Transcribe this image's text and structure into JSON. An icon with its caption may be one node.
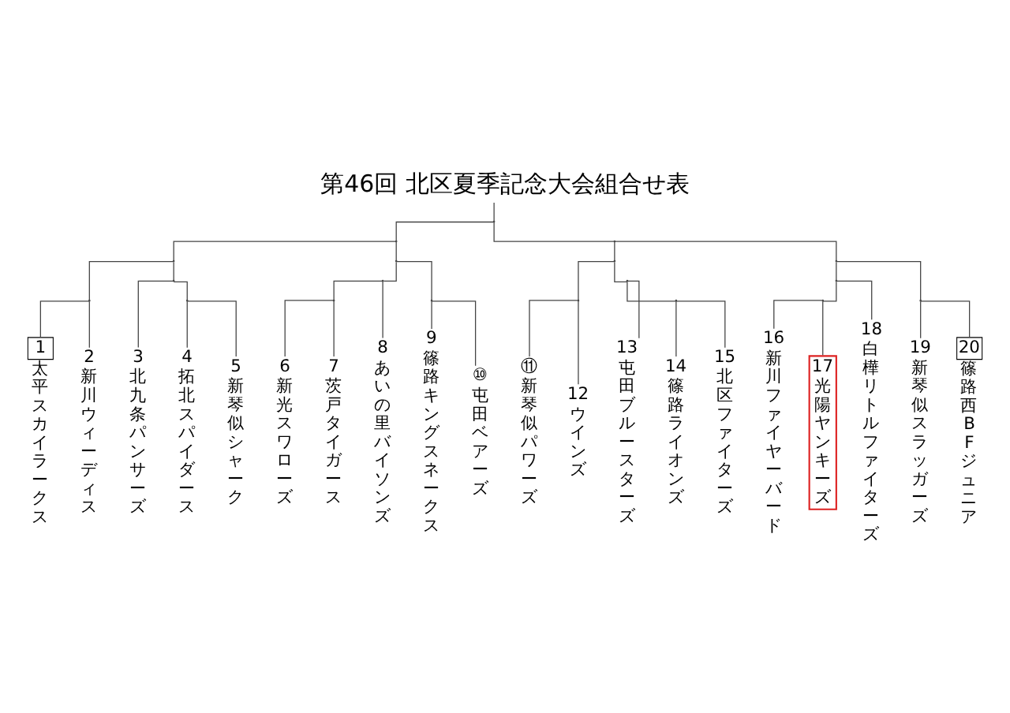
{
  "diagram": {
    "title": "第46回 北区夏季記念大会組合せ表",
    "nodes": [
      {
        "text": [],
        "shape": "point"
      },
      {
        "text": [],
        "shape": "point"
      },
      {
        "text": [],
        "shape": "point"
      },
      {
        "text": [],
        "shape": "point"
      },
      {
        "text": [],
        "shape": "point"
      },
      {
        "text": [],
        "shape": "point"
      },
      {
        "text": [],
        "shape": "point"
      },
      {
        "text": [],
        "shape": "point"
      },
      {
        "text": [],
        "shape": "point"
      },
      {
        "text": [],
        "shape": "point"
      },
      {
        "text": [],
        "shape": "point"
      },
      {
        "text": [],
        "shape": "point"
      },
      {
        "text": [],
        "shape": "point"
      },
      {
        "text": [],
        "shape": "point"
      },
      {
        "text": [],
        "shape": "point"
      },
      {
        "text": [],
        "shape": "point"
      },
      {
        "text": [],
        "shape": "point"
      },
      {
        "text": [],
        "shape": "point"
      },
      {
        "text": [],
        "shape": "point"
      },
      {
        "text": [
          "1",
          "太平スカイラークス"
        ]
      },
      {
        "text": [
          "2",
          "新川ウィーディス"
        ]
      },
      {
        "text": [
          "3",
          "北九条パンサーズ"
        ]
      },
      {
        "text": [
          "4",
          "拓北スパイダース"
        ]
      },
      {
        "text": [
          "5",
          "新琴似シャーク"
        ]
      },
      {
        "text": [
          "6",
          "新光スワローズ"
        ]
      },
      {
        "text": [
          "7",
          "茨戸タイガース"
        ]
      },
      {
        "text": [
          "8",
          "あいの里バイソンズ"
        ]
      },
      {
        "text": [
          "9",
          "篠路キングスネークス"
        ]
      },
      {
        "text": [
          "⑩",
          "屯田ベアーズ"
        ]
      },
      {
        "text": [
          "⑪",
          "新琴似パワーズ"
        ]
      },
      {
        "text": [
          "12",
          "ウインズ"
        ]
      },
      {
        "text": [
          "13",
          "屯田ブルースターズ"
        ]
      },
      {
        "text": [
          "14",
          "篠路ライオンズ"
        ]
      },
      {
        "text": [
          "15",
          "北区ファイターズ"
        ]
      },
      {
        "text": [
          "16",
          "新川ファイヤーバード"
        ]
      },
      {
        "text": [
          "17",
          "光陽ヤンキーズ"
        ]
      },
      {
        "text": [
          "18",
          "白樺リトルファイターズ"
        ]
      },
      {
        "text": [
          "19",
          "新琴似スラッガーズ"
        ]
      },
      {
        "text": [
          "20",
          "篠路西BFジュニア"
        ]
      }
    ],
    "edges": [
      {
        "from": 0,
        "to": null,
        "arrow": "none"
      },
      {
        "from": 0,
        "to": 1,
        "arrow": "none"
      },
      {
        "from": 0,
        "to": 2,
        "arrow": "none"
      },
      {
        "from": 1,
        "to": 3,
        "arrow": "none"
      },
      {
        "from": 1,
        "to": 4,
        "arrow": "none"
      },
      {
        "from": 2,
        "to": 5,
        "arrow": "none"
      },
      {
        "from": 2,
        "to": 6,
        "arrow": "none"
      },
      {
        "from": 3,
        "to": 7,
        "arrow": "none"
      },
      {
        "from": 3,
        "to": 8,
        "arrow": "none"
      },
      {
        "from": 4,
        "to": 9,
        "arrow": "none"
      },
      {
        "from": 4,
        "to": 10,
        "arrow": "none"
      },
      {
        "from": 5,
        "to": 11,
        "arrow": "none"
      },
      {
        "from": 5,
        "to": 12,
        "arrow": "none"
      },
      {
        "from": 6,
        "to": 13,
        "arrow": "none"
      },
      {
        "from": 6,
        "to": 14,
        "arrow": "none"
      },
      {
        "from": 7,
        "to": 19,
        "arrow": "none"
      },
      {
        "from": 7,
        "to": 20,
        "arrow": "none"
      },
      {
        "from": 8,
        "to": 21,
        "arrow": "none"
      },
      {
        "from": 8,
        "to": 15,
        "arrow": "none"
      },
      {
        "from": 15,
        "to": 22,
        "arrow": "none"
      },
      {
        "from": 15,
        "to": 23,
        "arrow": "none"
      },
      {
        "from": 9,
        "to": 16,
        "arrow": "none"
      },
      {
        "from": 9,
        "to": 26,
        "arrow": "none"
      },
      {
        "from": 16,
        "to": 24,
        "arrow": "none"
      },
      {
        "from": 16,
        "to": 25,
        "arrow": "none"
      },
      {
        "from": 10,
        "to": 27,
        "arrow": "none"
      },
      {
        "from": 10,
        "to": 28,
        "arrow": "none"
      },
      {
        "from": 11,
        "to": 29,
        "arrow": "none"
      },
      {
        "from": 11,
        "to": 30,
        "arrow": "none"
      },
      {
        "from": 12,
        "to": 31,
        "arrow": "none"
      },
      {
        "from": 12,
        "to": 17,
        "arrow": "none"
      },
      {
        "from": 17,
        "to": 32,
        "arrow": "none"
      },
      {
        "from": 17,
        "to": 33,
        "arrow": "none"
      },
      {
        "from": 13,
        "to": 18,
        "arrow": "none"
      },
      {
        "from": 13,
        "to": 36,
        "arrow": "none"
      },
      {
        "from": 18,
        "to": 34,
        "arrow": "none"
      },
      {
        "from": 18,
        "to": 35,
        "arrow": "none"
      },
      {
        "from": 14,
        "to": 37,
        "arrow": "none"
      },
      {
        "from": 14,
        "to": 38,
        "arrow": "none"
      }
    ]
  }
}
